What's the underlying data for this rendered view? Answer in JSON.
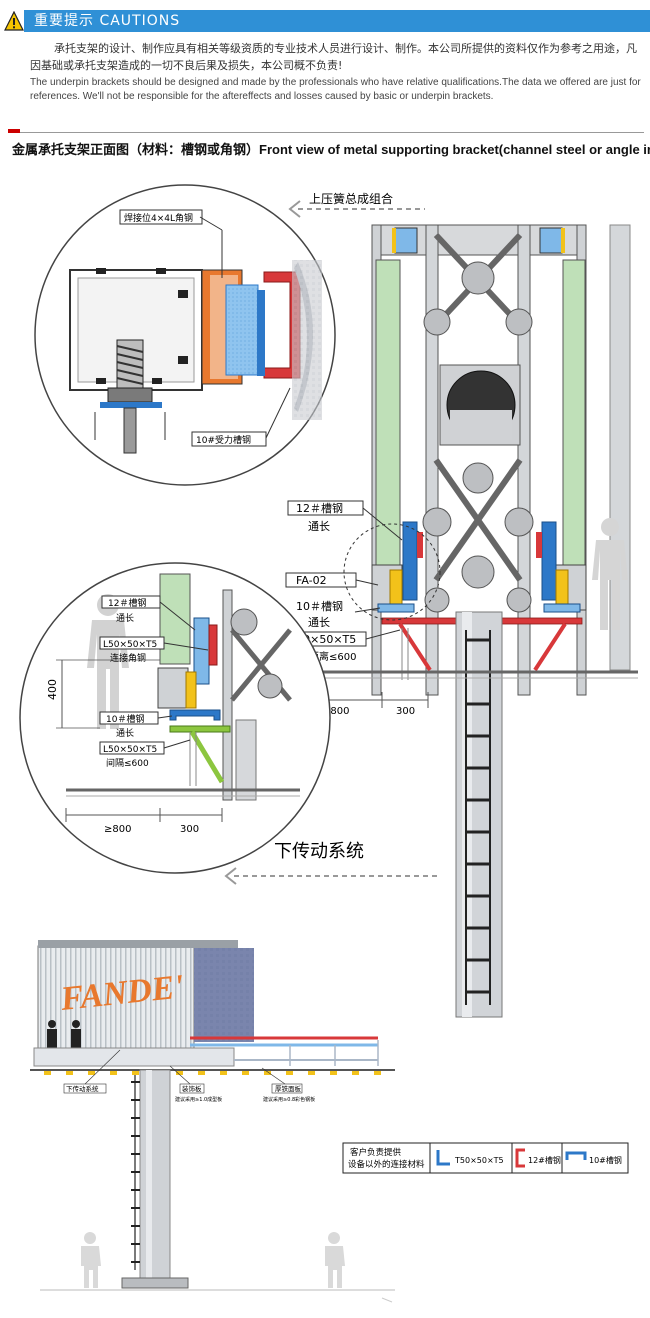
{
  "banner": {
    "title": "重要提示  CAUTIONS",
    "accent": "#2f90d6"
  },
  "notes": {
    "cn": "承托支架的设计、制作应具有相关等级资质的专业技术人员进行设计、制作。本公司所提供的资料仅作为参考之用途，凡因基础或承托支架造成的一切不良后果及损失，本公司概不负责!",
    "en": "The underpin brackets should be designed and made by the professionals who have relative qualifications.The data we offered are just for references. We'll not be responsible for the aftereffects and losses caused by basic or underpin brackets."
  },
  "section_title": "金属承托支架正面图（材料：槽钢或角钢）Front view of metal supporting bracket(channel steel or angle iron)",
  "diagram": {
    "top_arrow_label": "上压簧总成组合",
    "detail_top": {
      "weld_label": "焊接位4×4L角钢",
      "channel_label": "10#受力槽钢"
    },
    "main_labels": {
      "c12": "12＃槽钢",
      "c12_sub": "通长",
      "fa": "FA-02",
      "c10": "10＃槽钢",
      "c10_sub": "通长",
      "angle": "L50×50×T5",
      "spacing": "间隔距离≤600",
      "dim_left": "≥800",
      "dim_right": "300"
    },
    "detail_left": {
      "c12": "12＃槽钢",
      "c12_sub": "通长",
      "angle_conn": "L50×50×T5",
      "angle_conn_sub": "连接角钢",
      "height": "400",
      "c10": "10＃槽钢",
      "c10_sub": "通长",
      "angle": "L50×50×T5",
      "spacing": "间隔≤600",
      "dim_left": "≥800",
      "dim_right": "300"
    },
    "bottom_arrow_label": "下传动系统",
    "billboard": {
      "brand": "FANDE'",
      "callout1": "下传动系统",
      "callout2": "装饰板",
      "callout2_sub": "建议采用≥1.0成型板",
      "callout3": "厚铁面板",
      "callout3_sub": "建议采用≥0.8彩色钢板"
    },
    "legend": {
      "title_line1": "客户负责提供",
      "title_line2": "设备以外的连接材料",
      "item1": "T50×50×T5",
      "item2": "12#槽钢",
      "item3": "10#槽钢"
    },
    "colors": {
      "channel_red": "#d8383a",
      "support_blue": "#2d78c8",
      "panel_green": "#bfe0b8",
      "frame_gray": "#9a9a9a",
      "light_blue": "#7fb8e8",
      "yellow": "#f2c21a",
      "orange": "#e8782e"
    }
  }
}
